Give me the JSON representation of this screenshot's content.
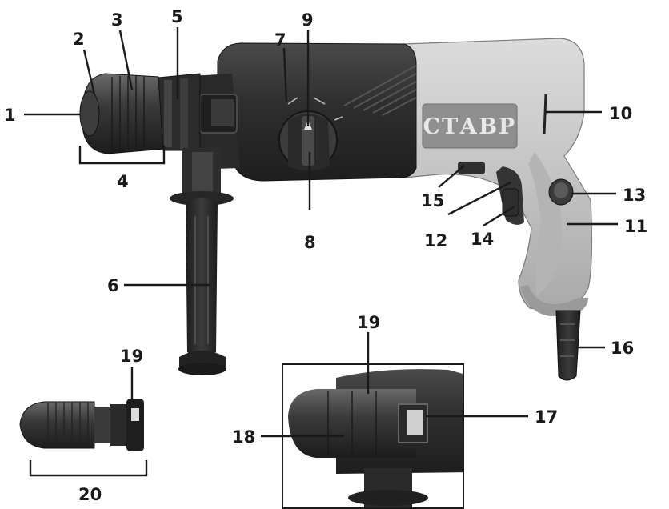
{
  "brand": {
    "name": "СТАВР"
  },
  "callouts": {
    "c1": "1",
    "c2": "2",
    "c3": "3",
    "c4": "4",
    "c5": "5",
    "c6": "6",
    "c7": "7",
    "c8": "8",
    "c9": "9",
    "c10": "10",
    "c11": "11",
    "c12": "12",
    "c13": "13",
    "c14": "14",
    "c15": "15",
    "c16": "16",
    "c17": "17",
    "c18": "18",
    "c19": "19",
    "c19b": "19",
    "c20": "20"
  },
  "colors": {
    "body_dark": "#2d2d2d",
    "body_light": "#c9c9c9",
    "handle_dark": "#262626",
    "text": "#1a1a1a"
  }
}
